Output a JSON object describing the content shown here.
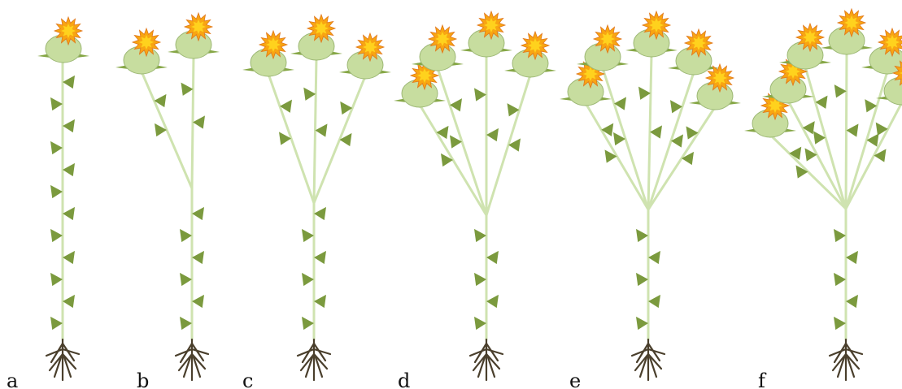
{
  "figure": {
    "panels": [
      {
        "label": "a",
        "capitula": 1
      },
      {
        "label": "b",
        "capitula": 2
      },
      {
        "label": "c",
        "capitula": 3
      },
      {
        "label": "d",
        "capitula": 4
      },
      {
        "label": "e",
        "capitula": 5
      },
      {
        "label": "f",
        "capitula": 6
      }
    ],
    "colors": {
      "stem": "#cfe3b0",
      "leaf": "#7b9a3e",
      "head": "#c7dd9f",
      "petal": "#f8a512",
      "petal_center": "#ffd21d",
      "root": "#4a3f2c"
    }
  }
}
